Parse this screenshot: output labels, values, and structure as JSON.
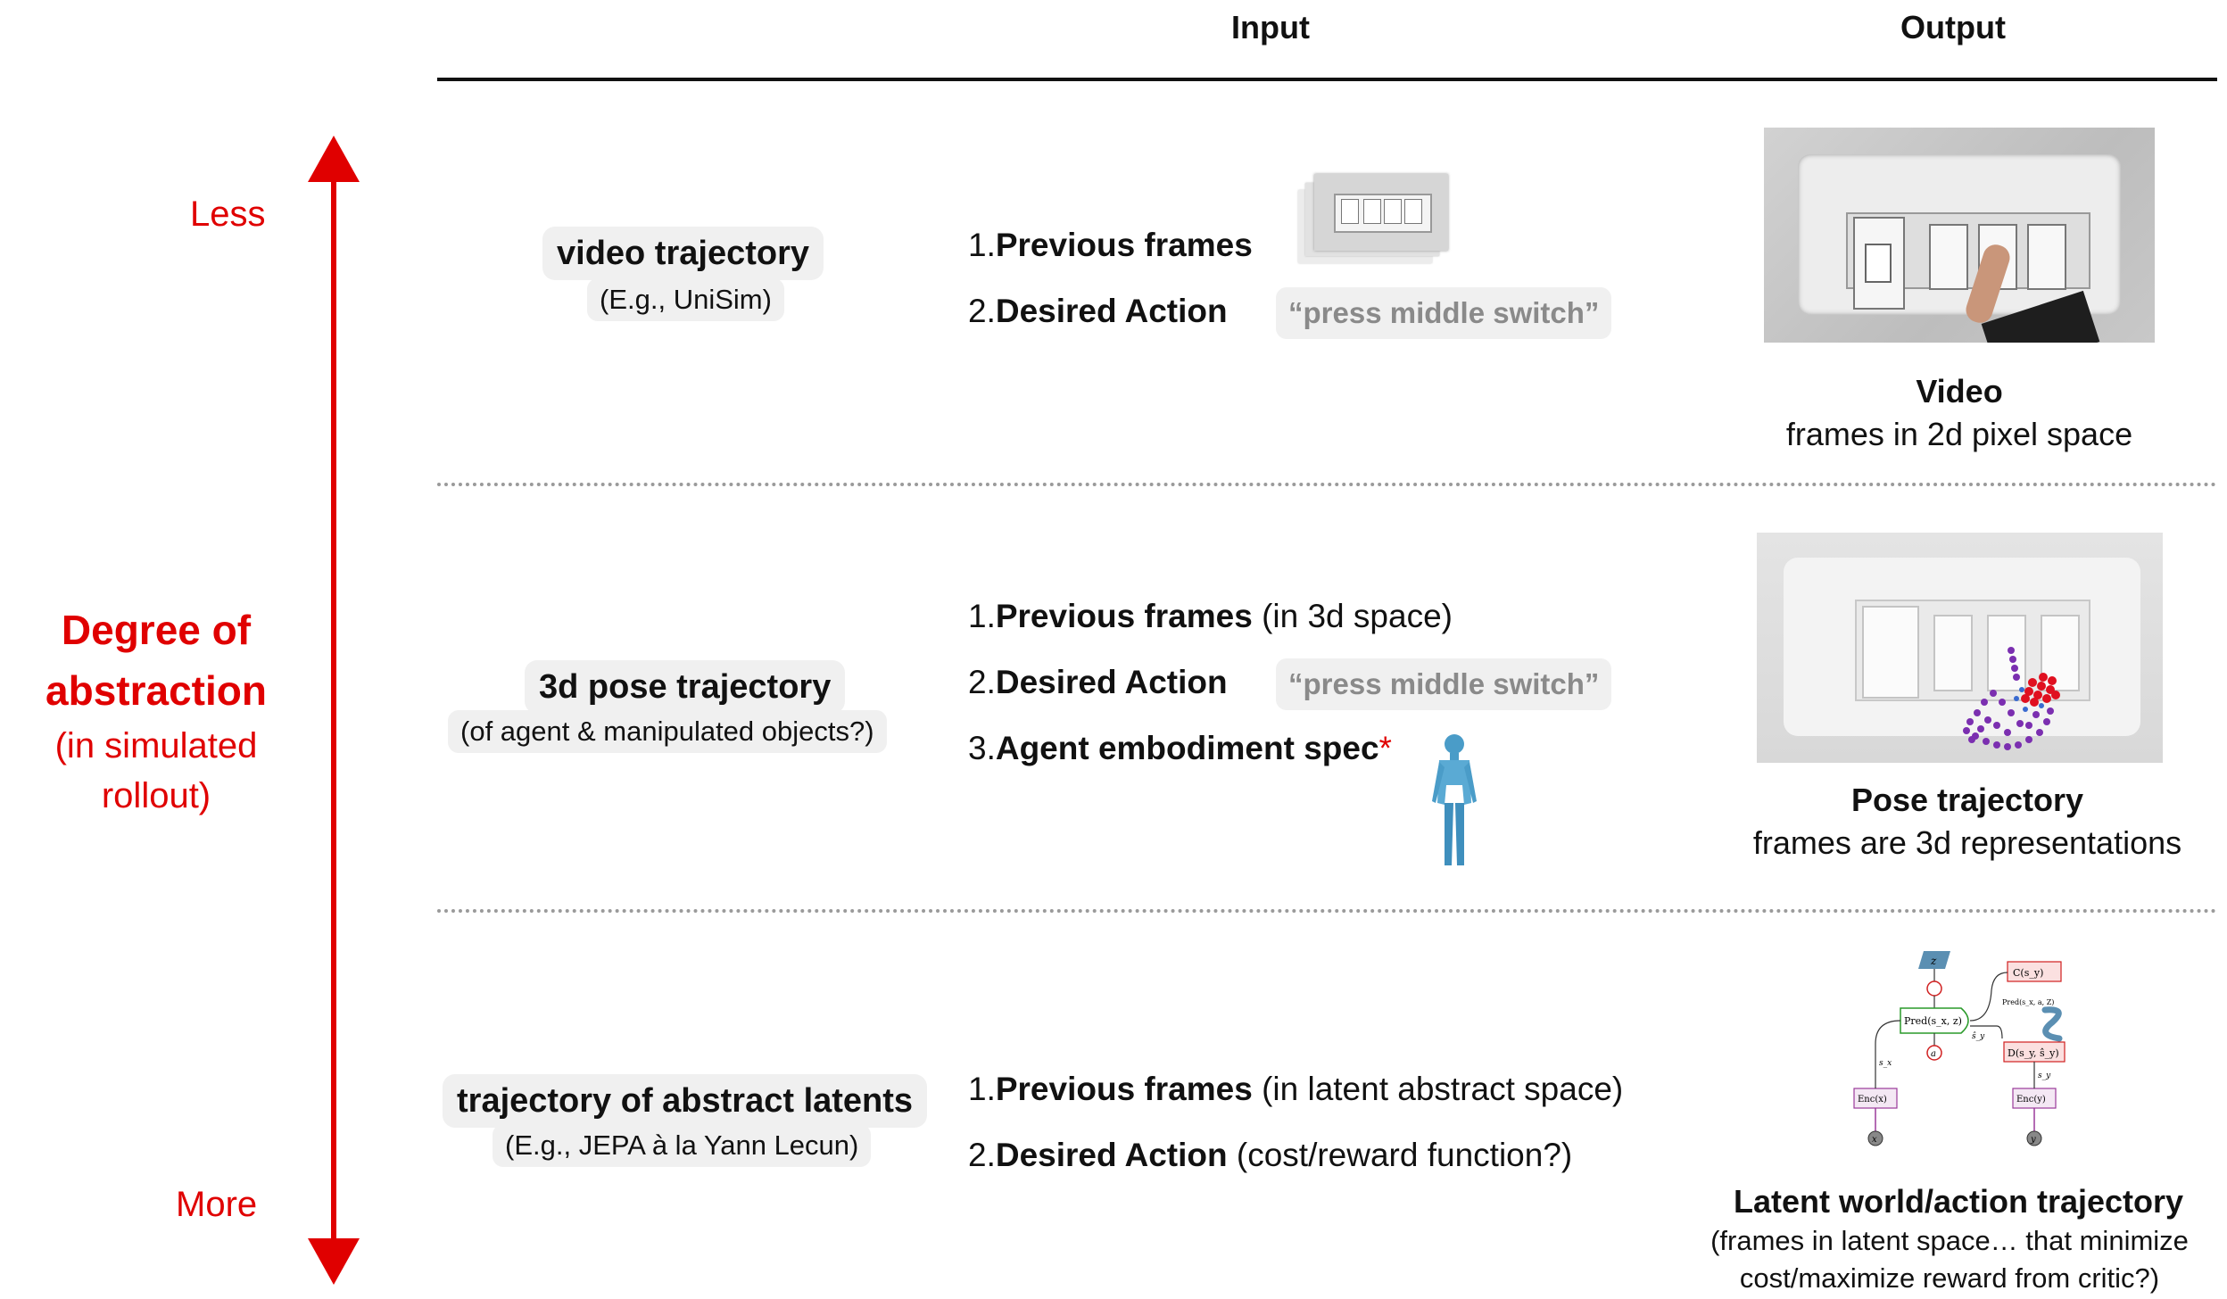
{
  "header": {
    "input": "Input",
    "output": "Output"
  },
  "axis": {
    "less": "Less",
    "more": "More",
    "title_line1": "Degree of",
    "title_line2": "abstraction",
    "sub_line1": "(in simulated",
    "sub_line2": "rollout)",
    "color": "#e00000"
  },
  "rows": [
    {
      "label": "video trajectory",
      "sublabel": "(E.g., UniSim)",
      "items": [
        {
          "num": "1.",
          "bold": "Previous frames",
          "rest": ""
        },
        {
          "num": "2.",
          "bold": "Desired Action",
          "rest": ""
        }
      ],
      "quote": "“press middle switch”",
      "output_title": "Video",
      "output_sub": "frames in 2d pixel space"
    },
    {
      "label": "3d pose trajectory",
      "sublabel": "(of agent & manipulated objects?)",
      "items": [
        {
          "num": "1.",
          "bold": "Previous frames",
          "rest": " (in 3d space)"
        },
        {
          "num": "2.",
          "bold": "Desired Action",
          "rest": ""
        },
        {
          "num": "3.",
          "bold": "Agent embodiment spec",
          "rest": "",
          "star": "*"
        }
      ],
      "quote": "“press middle switch”",
      "output_title": "Pose trajectory",
      "output_sub": "frames are 3d representations"
    },
    {
      "label": "trajectory of abstract latents",
      "sublabel": "(E.g., JEPA à la Yann Lecun)",
      "items": [
        {
          "num": "1.",
          "bold": "Previous frames",
          "rest": " (in latent abstract space)"
        },
        {
          "num": "2.",
          "bold": "Desired Action",
          "rest": " (cost/reward function?)"
        }
      ],
      "output_title": "Latent world/action trajectory",
      "output_sub_line1": "(frames in latent space… that minimize",
      "output_sub_line2": "cost/maximize reward from critic?)"
    }
  ],
  "jepa_diagram": {
    "z": "z",
    "cost": "C(s_y)",
    "pred": "Pred(s_x, z)",
    "pred_small": "Pred(s_x, a, Z)",
    "dist": "D(s_y, ŝ_y)",
    "enc_x": "Enc(x)",
    "enc_y": "Enc(y)",
    "x": "x",
    "y": "y",
    "a": "a",
    "sx": "s_x",
    "sy": "s_y",
    "sy_hat": "ŝ_y"
  }
}
